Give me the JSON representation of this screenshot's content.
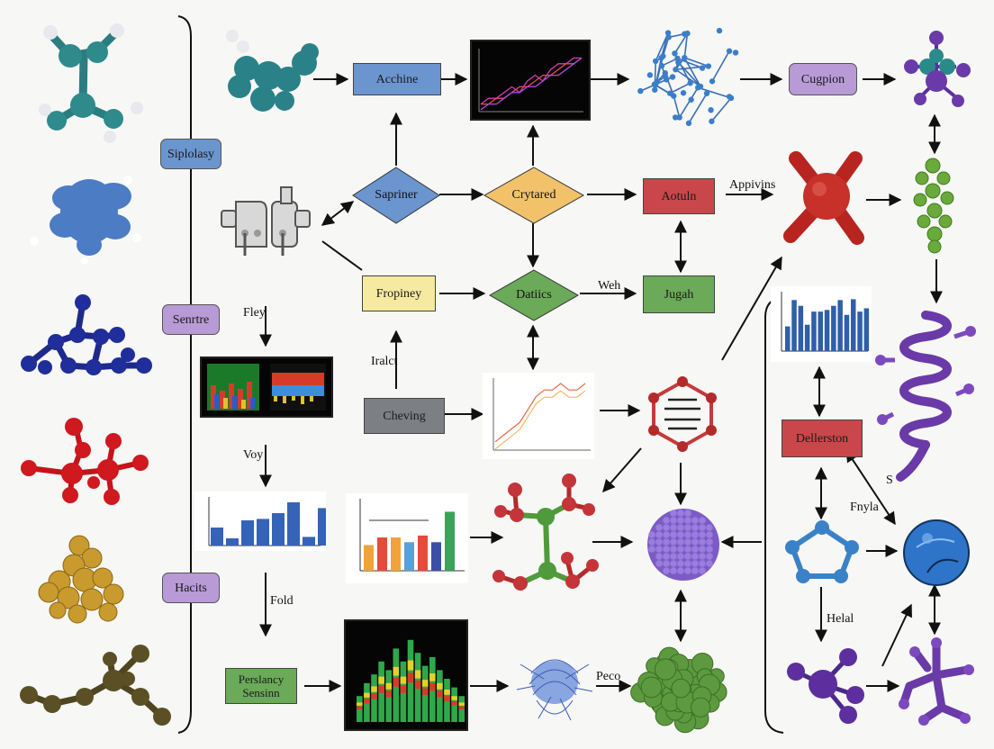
{
  "side_labels": {
    "siplolasy": "Siplolasy",
    "senrtre": "Senrtre",
    "hacits": "Hacits"
  },
  "boxes": {
    "acchine": "Acchine",
    "cugpion": "Cugpion",
    "aotuln": "Aotuln",
    "fropiney": "Fropiney",
    "jugah": "Jugah",
    "cheving": "Cheving",
    "dellerston": "Dellerston",
    "perslancy": "Perslancy Sensinn"
  },
  "diamonds": {
    "sapriner": "Sapriner",
    "crytared": "Crytared",
    "datiics": "Datiics"
  },
  "edge_labels": {
    "appivins": "Appivins",
    "weh": "Weh",
    "fley": "Fley",
    "iralct": "Iralct",
    "voy": "Voy",
    "fold": "Fold",
    "peco": "Peco",
    "fnyla": "Fnyla",
    "helal": "Helal",
    "s": "S"
  },
  "colors": {
    "blue_box": "#6b95cf",
    "purple_box": "#b89ad6",
    "red_box": "#c9474a",
    "green_box": "#6aaa58",
    "yellow_box": "#f6e9a0",
    "gray_box": "#7c8084",
    "diamond_blue": "#6b95cf",
    "diamond_orange": "#f2c26b",
    "diamond_green": "#6aaa58"
  },
  "icons": [
    "teal-molecule-icon",
    "blue-protein-icon",
    "navy-ring-molecule-icon",
    "red-molecule-icon",
    "gold-cluster-icon",
    "olive-chain-molecule-icon",
    "lab-apparatus-icon",
    "network-mesh-icon",
    "red-sphere-icon",
    "green-chain-icon",
    "purple-helix-protein-icon",
    "hexagon-ring-icon",
    "purple-nanoparticle-icon",
    "green-globule-icon",
    "blue-pentagon-icon",
    "blue-ball-icon",
    "purple-tetra-molecule-icon",
    "purple-branched-molecule-icon",
    "blue-filament-blob-icon"
  ],
  "chart_data": [
    {
      "type": "line",
      "name": "top-line-chart",
      "x": [
        0,
        1,
        2,
        3,
        4,
        5,
        6,
        7,
        8,
        9,
        10,
        11,
        12,
        13
      ],
      "series": [
        {
          "values": [
            1,
            2,
            2,
            3,
            4,
            3,
            5,
            6,
            5,
            7,
            8,
            8,
            9,
            9
          ]
        },
        {
          "values": [
            1,
            1,
            2,
            2,
            3,
            4,
            4,
            5,
            6,
            6,
            7,
            8,
            8,
            9
          ]
        },
        {
          "values": [
            0,
            1,
            1,
            2,
            3,
            3,
            4,
            4,
            5,
            6,
            6,
            7,
            8,
            9
          ]
        }
      ]
    },
    {
      "type": "bar",
      "name": "right-bar-chart",
      "values": [
        30,
        62,
        55,
        32,
        48,
        48,
        50,
        55,
        62,
        44,
        63,
        48,
        52
      ]
    },
    {
      "type": "bar",
      "name": "blue-bar-chart",
      "values": [
        25,
        10,
        35,
        37,
        45,
        60,
        12,
        52
      ]
    },
    {
      "type": "bar",
      "name": "multi-bar-chart",
      "values": [
        27,
        35,
        35,
        30,
        37,
        30,
        62
      ],
      "colors": [
        "#f2a23a",
        "#e44b3a",
        "#f2a23a",
        "#5aa0d8",
        "#e44b3a",
        "#3b4fa8",
        "#3aa35a"
      ]
    },
    {
      "type": "line",
      "name": "white-line-chart",
      "values": [
        1,
        2,
        3,
        4,
        6,
        8,
        9,
        9,
        10,
        9,
        9,
        10
      ]
    },
    {
      "type": "bar",
      "name": "stacked-bar-chart",
      "values": [
        30,
        45,
        55,
        70,
        60,
        85,
        70,
        95,
        80,
        65,
        75,
        60,
        50,
        40,
        30
      ]
    }
  ]
}
